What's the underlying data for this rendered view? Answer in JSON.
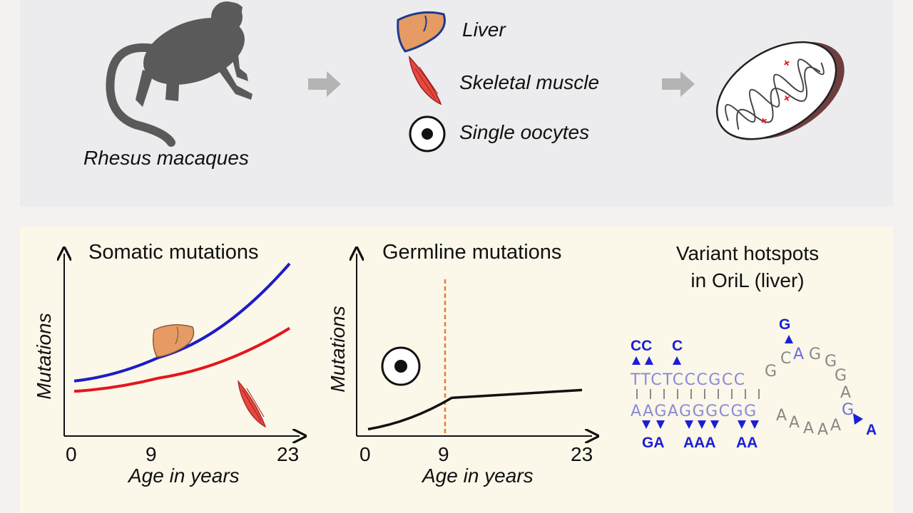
{
  "workflow": {
    "species_label": "Rhesus macaques",
    "tissues": [
      {
        "label": "Liver",
        "icon": "liver-icon"
      },
      {
        "label": "Skeletal muscle",
        "icon": "muscle-icon"
      },
      {
        "label": "Single oocytes",
        "icon": "oocyte-icon"
      }
    ]
  },
  "somatic": {
    "title": "Somatic mutations",
    "ylabel": "Mutations",
    "xlabel": "Age in years",
    "ticks": [
      "0",
      "9",
      "23"
    ]
  },
  "germline": {
    "title": "Germline mutations",
    "ylabel": "Mutations",
    "xlabel": "Age in years",
    "ticks": [
      "0",
      "9",
      "23"
    ]
  },
  "hotspots": {
    "title_line1": "Variant hotspots",
    "title_line2": "in OriL (liver)",
    "top_strand": "TTCTCCCGCC",
    "bottom_strand": "AAGAGGGCGG",
    "loop": [
      "G",
      "C",
      "A",
      "G",
      "G",
      "G",
      "A",
      "G",
      "A",
      "A",
      "A",
      "A",
      "A"
    ],
    "variants_above": [
      "CC",
      "C",
      "G"
    ],
    "variants_below": [
      "GA",
      "AAA",
      "AA",
      "A"
    ]
  },
  "chart_data": [
    {
      "type": "line",
      "title": "Somatic mutations",
      "xlabel": "Age in years",
      "ylabel": "Mutations",
      "x_ticks": [
        0,
        9,
        23
      ],
      "series": [
        {
          "icon": "liver-icon",
          "color": "#1c1cc8",
          "x": [
            0,
            9,
            23
          ],
          "y_relative": [
            0.2,
            0.36,
            1.0
          ]
        },
        {
          "icon": "muscle-icon",
          "color": "#e4161b",
          "x": [
            0,
            9,
            23
          ],
          "y_relative": [
            0.13,
            0.22,
            0.56
          ]
        }
      ]
    },
    {
      "type": "line",
      "title": "Germline mutations",
      "xlabel": "Age in years",
      "ylabel": "Mutations",
      "x_ticks": [
        0,
        9,
        23
      ],
      "marker_x": 9,
      "series": [
        {
          "icon": "oocyte-icon",
          "color": "#111111",
          "x": [
            0,
            9,
            23
          ],
          "y_relative": [
            0.08,
            0.28,
            0.33
          ]
        }
      ]
    }
  ]
}
